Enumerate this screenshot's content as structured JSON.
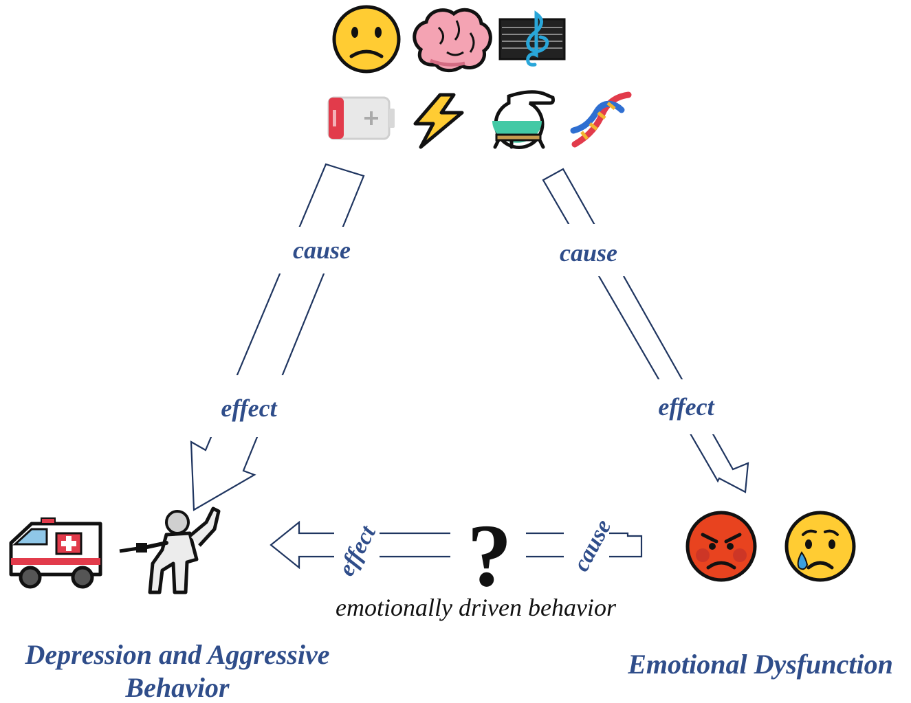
{
  "top_icons": {
    "row1": [
      "sad-face-icon",
      "brain-icon",
      "music-score-icon"
    ],
    "row2": [
      "low-battery-icon",
      "lightning-icon",
      "chemistry-flask-icon",
      "dna-icon"
    ]
  },
  "left_arrow": {
    "upper_label": "cause",
    "lower_label": "effect"
  },
  "right_arrow": {
    "upper_label": "cause",
    "lower_label": "effect"
  },
  "bottom_arrow": {
    "left_label": "effect",
    "right_label": "cause",
    "center_symbol": "?",
    "caption": "emotionally driven behavior"
  },
  "left_node": {
    "icons": [
      "ambulance-icon",
      "fencer-icon"
    ],
    "label_line1": "Depression and Aggressive",
    "label_line2": "Behavior"
  },
  "right_node": {
    "icons": [
      "angry-face-icon",
      "crying-face-icon"
    ],
    "label": "Emotional Dysfunction"
  },
  "colors": {
    "label_blue": "#2f4d8a",
    "arrow_stroke": "#1f3560"
  }
}
